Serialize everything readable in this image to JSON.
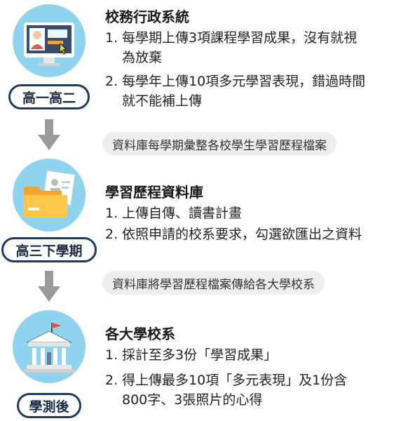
{
  "stages": [
    {
      "badge": "高一高二",
      "icon": "computer-profile-icon",
      "title": "校務行政系統",
      "items": [
        {
          "num": "1.",
          "lines": [
            "每學期上傳3項課程學習成果，沒有就視",
            "為放棄"
          ]
        },
        {
          "num": "2.",
          "lines": [
            "每學年上傳10項多元學習表現，錯過時間",
            "就不能補上傳"
          ]
        }
      ]
    },
    {
      "badge": "高三下學期",
      "icon": "folder-documents-icon",
      "title": "學習歷程資料庫",
      "items": [
        {
          "num": "1.",
          "lines": [
            "上傳自傳、讀書計畫"
          ]
        },
        {
          "num": "2.",
          "lines": [
            "依照申請的校系要求，勾選欲匯出之資料"
          ]
        }
      ]
    },
    {
      "badge": "學測後",
      "icon": "university-building-icon",
      "title": "各大學校系",
      "items": [
        {
          "num": "1.",
          "lines": [
            "採計至多3份「學習成果」"
          ]
        },
        {
          "num": "2.",
          "lines": [
            "得上傳最多10項「多元表現」及1份含",
            "800字、3張照片的心得"
          ]
        }
      ]
    }
  ],
  "transitions": [
    "資料庫每學期彙整各校學生學習歷程檔案",
    "資料庫將學習歷程檔案傳給各大學校系"
  ],
  "colors": {
    "circle": "#8fd3ee",
    "badge_border": "#1e3a5f",
    "arrow": "#9a9a9a",
    "band": "#eeeeee"
  }
}
